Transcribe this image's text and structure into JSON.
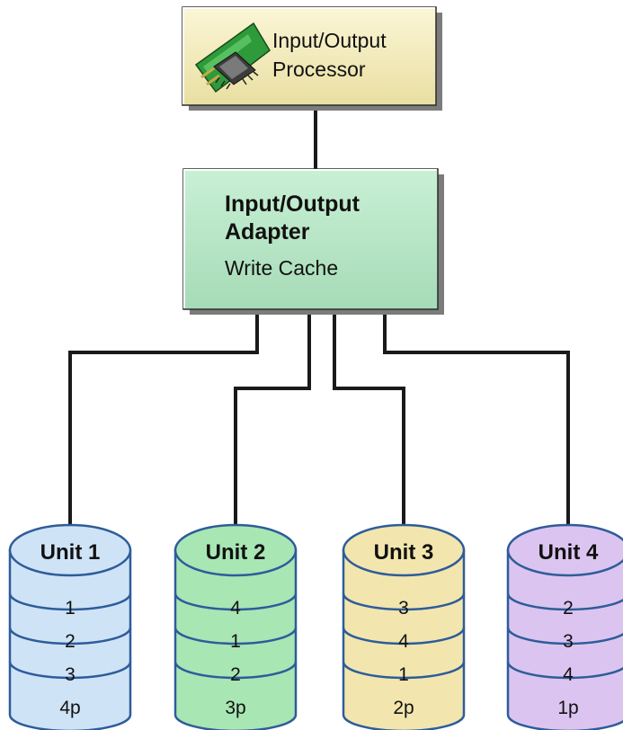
{
  "iop": {
    "line1": "Input/Output",
    "line2": "Processor",
    "icon": "circuit-card-icon",
    "color": "#f3ecbc"
  },
  "ioa": {
    "title_line1": "Input/Output",
    "title_line2": "Adapter",
    "subtitle": "Write Cache",
    "color": "#b6e6c6"
  },
  "units": [
    {
      "label": "Unit 1",
      "color": "#cfe3f7",
      "items": [
        "1",
        "2",
        "3",
        "4p"
      ]
    },
    {
      "label": "Unit 2",
      "color": "#a8e6b4",
      "items": [
        "4",
        "1",
        "2",
        "3p"
      ]
    },
    {
      "label": "Unit 3",
      "color": "#f2e6ae",
      "items": [
        "3",
        "4",
        "1",
        "2p"
      ]
    },
    {
      "label": "Unit 4",
      "color": "#dcc4f0",
      "items": [
        "2",
        "3",
        "4",
        "1p"
      ]
    }
  ]
}
